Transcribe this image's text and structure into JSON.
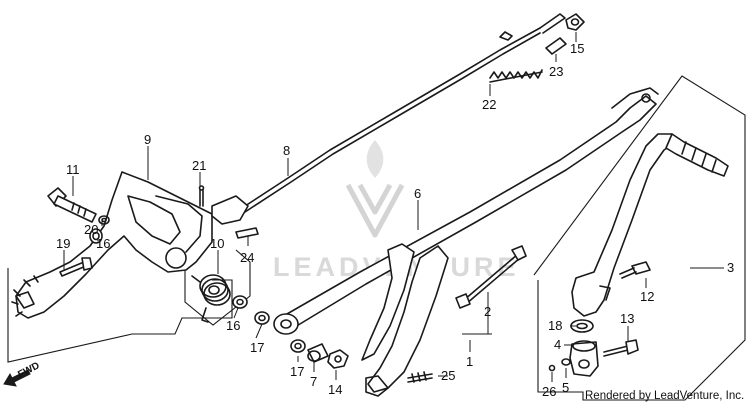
{
  "callouts": {
    "p1": "1",
    "p2": "2",
    "p3": "3",
    "p4": "4",
    "p5": "5",
    "p6": "6",
    "p7": "7",
    "p8": "8",
    "p9": "9",
    "p10": "10",
    "p11": "11",
    "p12": "12",
    "p13": "13",
    "p14": "14",
    "p15": "15",
    "p16a": "16",
    "p16b": "16",
    "p17a": "17",
    "p17b": "17",
    "p18": "18",
    "p19": "19",
    "p20": "20",
    "p21": "21",
    "p22": "22",
    "p23": "23",
    "p24": "24",
    "p25": "25",
    "p26": "26"
  },
  "direction_label": "FWD",
  "watermark": "LEADVENTURE",
  "credit": "Rendered by LeadVenture, Inc.",
  "colors": {
    "line": "#1a1a1a",
    "watermark": "#d9d9d9",
    "background": "#ffffff"
  }
}
